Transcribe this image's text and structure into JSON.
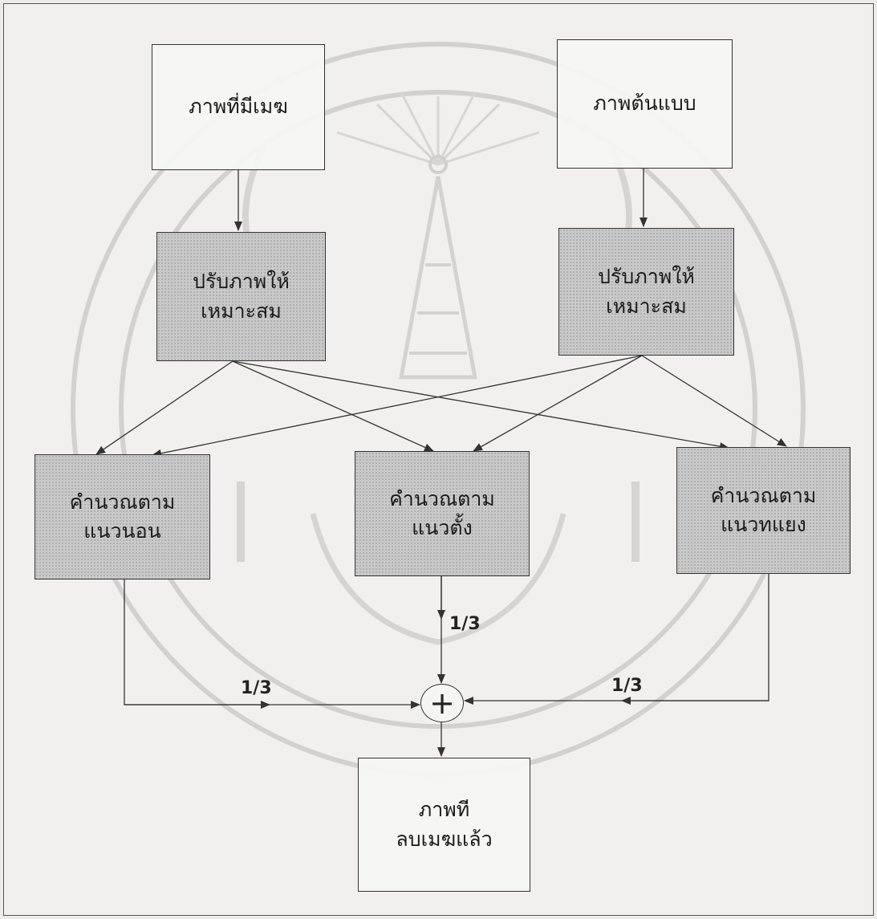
{
  "nodes": {
    "cloudy_image": {
      "line1": "ภาพที่มีเมฆ"
    },
    "reference_image": {
      "line1": "ภาพต้นแบบ"
    },
    "adjust_left": {
      "line1": "ปรับภาพให้",
      "line2": "เหมาะสม"
    },
    "adjust_right": {
      "line1": "ปรับภาพให้",
      "line2": "เหมาะสม"
    },
    "calc_horizontal": {
      "line1": "คำนวณตาม",
      "line2": "แนวนอน"
    },
    "calc_vertical": {
      "line1": "คำนวณตาม",
      "line2": "แนวตั้ง"
    },
    "calc_diagonal": {
      "line1": "คำนวณตาม",
      "line2": "แนวทแยง"
    },
    "result_image": {
      "line1": "ภาพที",
      "line2": "ลบเมฆแล้ว"
    }
  },
  "sum_symbol": "+",
  "weights": {
    "left": "1/3",
    "center": "1/3",
    "right": "1/3"
  },
  "edges": [
    [
      "cloudy_image",
      "adjust_left"
    ],
    [
      "reference_image",
      "adjust_right"
    ],
    [
      "adjust_left",
      "calc_horizontal"
    ],
    [
      "adjust_left",
      "calc_vertical"
    ],
    [
      "adjust_left",
      "calc_diagonal"
    ],
    [
      "adjust_right",
      "calc_horizontal"
    ],
    [
      "adjust_right",
      "calc_vertical"
    ],
    [
      "adjust_right",
      "calc_diagonal"
    ],
    [
      "calc_horizontal",
      "sum"
    ],
    [
      "calc_vertical",
      "sum"
    ],
    [
      "calc_diagonal",
      "sum"
    ],
    [
      "sum",
      "result_image"
    ]
  ]
}
